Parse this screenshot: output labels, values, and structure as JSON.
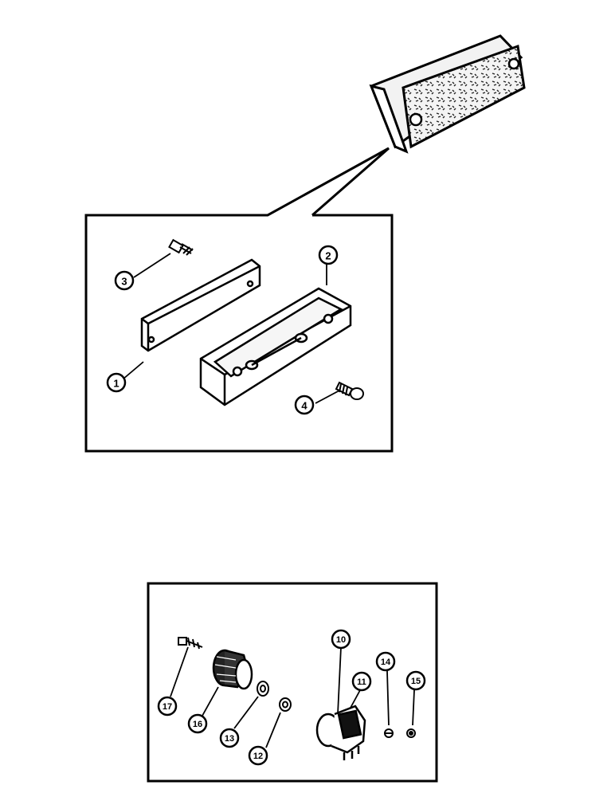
{
  "callouts": {
    "c1": "1",
    "c2": "2",
    "c3": "3",
    "c4": "4",
    "c10": "10",
    "c11": "11",
    "c12": "12",
    "c13": "13",
    "c14": "14",
    "c15": "15",
    "c16": "16",
    "c17": "17"
  },
  "colors": {
    "ink": "#000000",
    "paper": "#ffffff",
    "shade": "#e6e6e6"
  }
}
